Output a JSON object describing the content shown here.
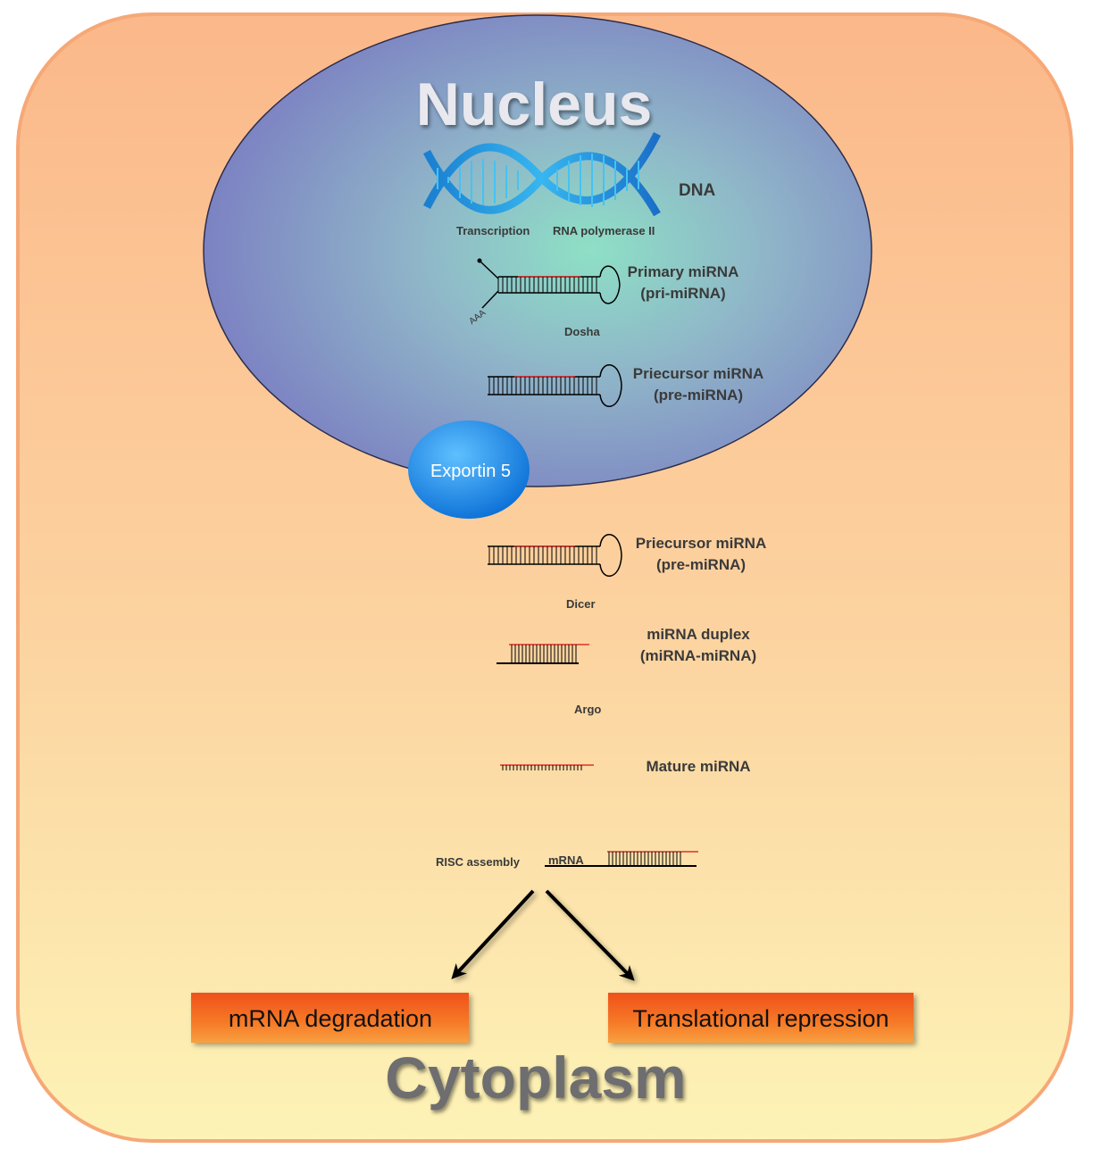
{
  "compartments": {
    "nucleus": "Nucleus",
    "cytoplasm": "Cytoplasm"
  },
  "labels": {
    "dna": "DNA",
    "transcription": "Transcription",
    "rna_pol": "RNA polymerase II",
    "pri_line1": "Primary miRNA",
    "pri_line2": "(pri-miRNA)",
    "polya": "AAA",
    "dosha": "Dosha",
    "pre_line1": "Priecursor miRNA",
    "pre_line2": "(pre-miRNA)",
    "exportin": "Exportin 5",
    "pre2_line1": "Priecursor miRNA",
    "pre2_line2": "(pre-miRNA)",
    "dicer": "Dicer",
    "duplex_line1": "miRNA duplex",
    "duplex_line2": "(miRNA-miRNA)",
    "argo": "Argo",
    "mature": "Mature miRNA",
    "risc": "RISC assembly",
    "mrna": "mRNA"
  },
  "outcomes": {
    "degradation": "mRNA degradation",
    "repression": "Translational repression"
  },
  "colors": {
    "cell_top": "#fbb98a",
    "cell_bottom": "#fdf1b4",
    "nucleus_edge": "#7e7fbd",
    "nucleus_center": "#86d8c7",
    "exportin": "#1f8ee8",
    "strand_red": "#e03030",
    "outcome_box": "#f46a1c"
  }
}
